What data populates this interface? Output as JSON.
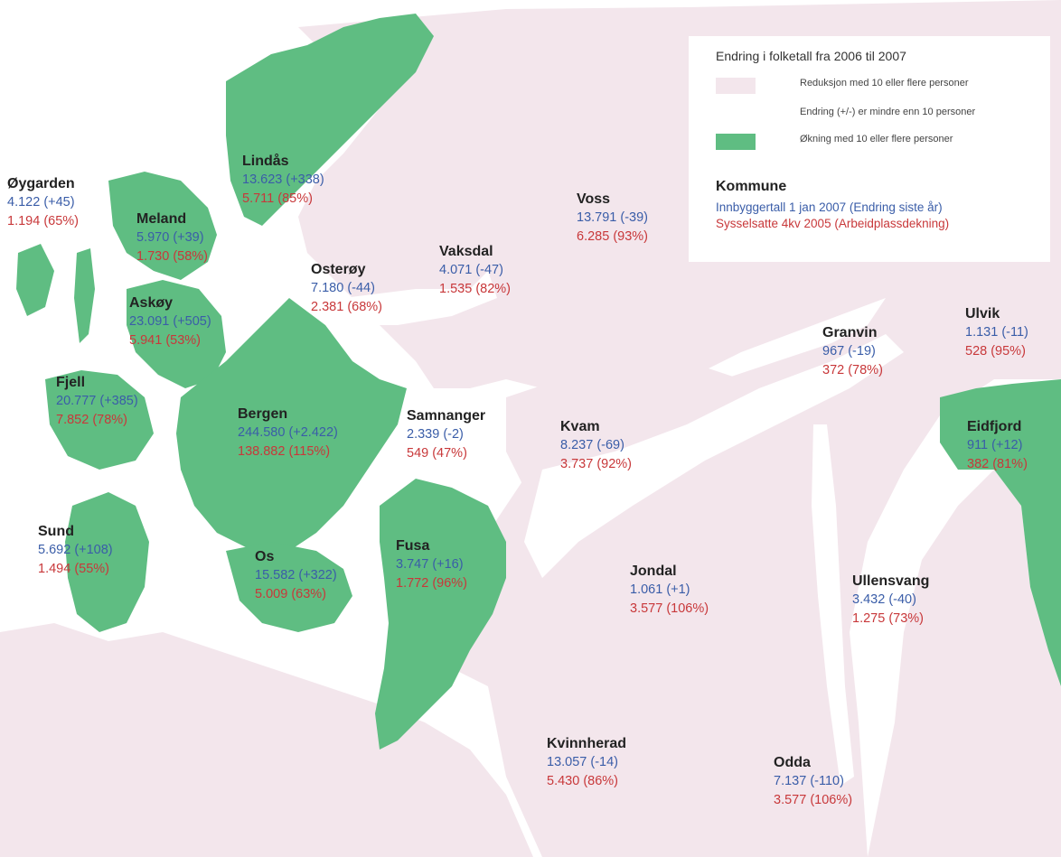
{
  "colors": {
    "decrease": "#f3e6ec",
    "increase": "#5fbd82",
    "sea": "#ffffff",
    "population_text": "#3a5da8",
    "employment_text": "#c8383a"
  },
  "legend": {
    "title": "Endring i folketall fra 2006 til 2007",
    "items": [
      {
        "label": "Reduksjon med 10 eller flere personer",
        "category": "decrease"
      },
      {
        "label": "Endring (+/-) er mindre enn 10 personer",
        "category": "small"
      },
      {
        "label": "Økning med 10 eller flere personer",
        "category": "increase"
      }
    ],
    "key_title": "Kommune",
    "key_population": "Innbyggertall 1 jan 2007  (Endring siste år)",
    "key_employment": "Sysselsatte 4kv  2005  (Arbeidplassdekning)"
  },
  "municipalities": [
    {
      "id": "oygarden",
      "name": "Øygarden",
      "population": "4.122 (+45)",
      "employment": "1.194 (65%)"
    },
    {
      "id": "lindas",
      "name": "Lindås",
      "population": "13.623 (+338)",
      "employment": "5.711 (85%)"
    },
    {
      "id": "meland",
      "name": "Meland",
      "population": "5.970 (+39)",
      "employment": "1.730 (58%)"
    },
    {
      "id": "askoy",
      "name": "Askøy",
      "population": "23.091 (+505)",
      "employment": "5.941 (53%)"
    },
    {
      "id": "fjell",
      "name": "Fjell",
      "population": "20.777 (+385)",
      "employment": "7.852 (78%)"
    },
    {
      "id": "bergen",
      "name": "Bergen",
      "population": "244.580 (+2.422)",
      "employment": "138.882 (115%)"
    },
    {
      "id": "osteroy",
      "name": "Osterøy",
      "population": "7.180 (-44)",
      "employment": "2.381 (68%)"
    },
    {
      "id": "vaksdal",
      "name": "Vaksdal",
      "population": "4.071 (-47)",
      "employment": "1.535 (82%)"
    },
    {
      "id": "voss",
      "name": "Voss",
      "population": "13.791 (-39)",
      "employment": "6.285 (93%)"
    },
    {
      "id": "samnanger",
      "name": "Samnanger",
      "population": "2.339 (-2)",
      "employment": "549 (47%)"
    },
    {
      "id": "sund",
      "name": "Sund",
      "population": "5.692 (+108)",
      "employment": "1.494 (55%)"
    },
    {
      "id": "os",
      "name": "Os",
      "population": "15.582 (+322)",
      "employment": "5.009 (63%)"
    },
    {
      "id": "fusa",
      "name": "Fusa",
      "population": "3.747 (+16)",
      "employment": "1.772 (96%)"
    },
    {
      "id": "kvam",
      "name": "Kvam",
      "population": "8.237 (-69)",
      "employment": "3.737 (92%)"
    },
    {
      "id": "granvin",
      "name": "Granvin",
      "population": "967 (-19)",
      "employment": "372 (78%)"
    },
    {
      "id": "ulvik",
      "name": "Ulvik",
      "population": "1.131 (-11)",
      "employment": "528 (95%)"
    },
    {
      "id": "eidfjord",
      "name": "Eidfjord",
      "population": "911 (+12)",
      "employment": "382 (81%)"
    },
    {
      "id": "jondal",
      "name": "Jondal",
      "population": "1.061 (+1)",
      "employment": "3.577 (106%)"
    },
    {
      "id": "ullensvang",
      "name": "Ullensvang",
      "population": "3.432 (-40)",
      "employment": "1.275 (73%)"
    },
    {
      "id": "kvinnherad",
      "name": "Kvinnherad",
      "population": "13.057 (-14)",
      "employment": "5.430 (86%)"
    },
    {
      "id": "odda",
      "name": "Odda",
      "population": "7.137 (-110)",
      "employment": "3.577 (106%)"
    }
  ]
}
